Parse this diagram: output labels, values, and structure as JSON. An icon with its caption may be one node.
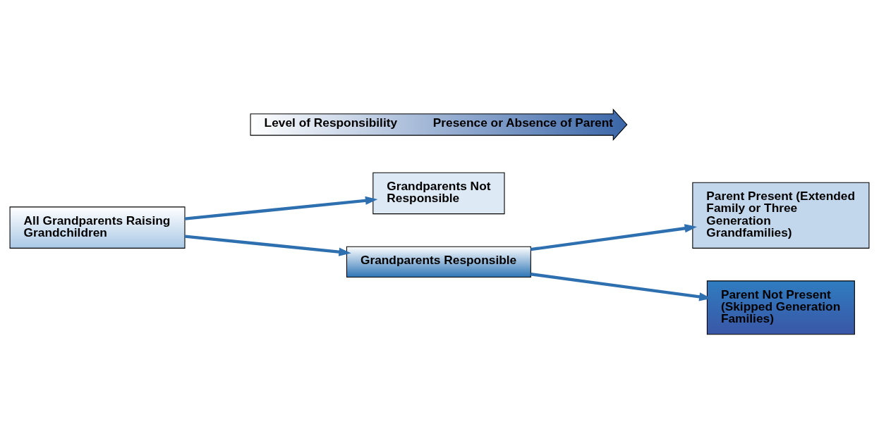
{
  "diagram": {
    "nodes": [
      {
        "text": [
          "All Grandparents Raising Grandchildren"
        ]
      },
      {
        "text": [
          "Grandparents Not Responsible"
        ]
      },
      {
        "text": [
          "Grandparents Responsible"
        ]
      },
      {
        "text": [
          "Parent Present (Extended Family or Three Generation Grandfamilies)"
        ]
      },
      {
        "text": [
          "Parent Not Present (Skipped Generation Families)"
        ]
      },
      {
        "text": [
          "Level of Responsibility",
          "Presence or Absence of Parent"
        ]
      }
    ],
    "edges": [
      {
        "from": 0,
        "to": 1,
        "arrow": "to"
      },
      {
        "from": 0,
        "to": 2,
        "arrow": "to"
      },
      {
        "from": 2,
        "to": 3,
        "arrow": "to"
      },
      {
        "from": 2,
        "to": 4,
        "arrow": "to"
      }
    ]
  }
}
